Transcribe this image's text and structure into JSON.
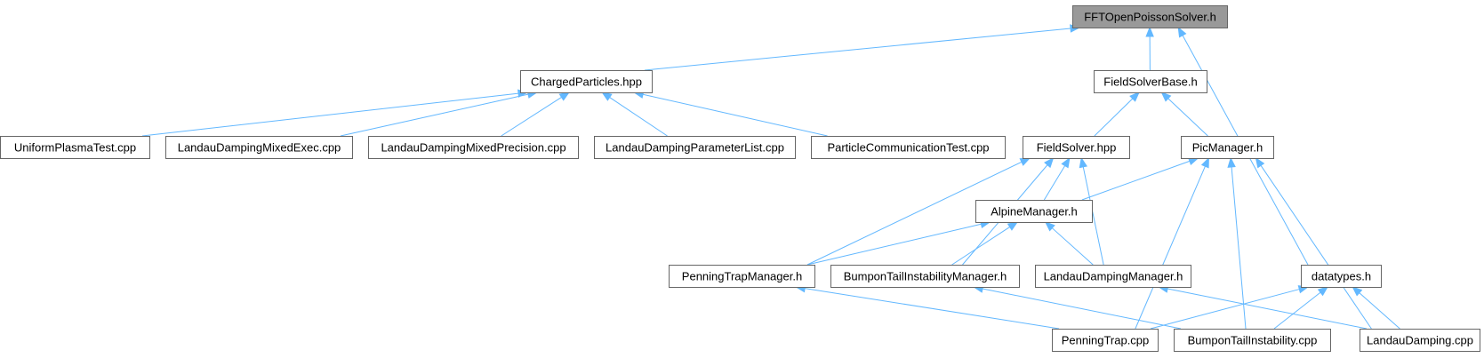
{
  "diagram": {
    "root": "FFTOpenPoissonSolver.h",
    "nodes": {
      "fft": "FFTOpenPoissonSolver.h",
      "charged": "ChargedParticles.hpp",
      "fsbase": "FieldSolverBase.h",
      "uniform": "UniformPlasmaTest.cpp",
      "ldmexec": "LandauDampingMixedExec.cpp",
      "ldmprec": "LandauDampingMixedPrecision.cpp",
      "ldparam": "LandauDampingParameterList.cpp",
      "pcomm": "ParticleCommunicationTest.cpp",
      "fieldsolver": "FieldSolver.hpp",
      "picmgr": "PicManager.h",
      "alpine": "AlpineManager.h",
      "ptmgr": "PenningTrapManager.h",
      "btimgr": "BumponTailInstabilityManager.h",
      "ldmgr": "LandauDampingManager.h",
      "datatypes": "datatypes.h",
      "ptcpp": "PenningTrap.cpp",
      "bticpp": "BumponTailInstability.cpp",
      "ldcpp": "LandauDamping.cpp"
    },
    "edges": [
      [
        "charged",
        "fft"
      ],
      [
        "fsbase",
        "fft"
      ],
      [
        "datatypes",
        "fft"
      ],
      [
        "uniform",
        "charged"
      ],
      [
        "ldmexec",
        "charged"
      ],
      [
        "ldmprec",
        "charged"
      ],
      [
        "ldparam",
        "charged"
      ],
      [
        "pcomm",
        "charged"
      ],
      [
        "fieldsolver",
        "fsbase"
      ],
      [
        "picmgr",
        "fsbase"
      ],
      [
        "alpine",
        "fieldsolver"
      ],
      [
        "ptmgr",
        "fieldsolver"
      ],
      [
        "btimgr",
        "fieldsolver"
      ],
      [
        "ldmgr",
        "fieldsolver"
      ],
      [
        "alpine",
        "picmgr"
      ],
      [
        "ptcpp",
        "picmgr"
      ],
      [
        "bticpp",
        "picmgr"
      ],
      [
        "ldcpp",
        "picmgr"
      ],
      [
        "ptmgr",
        "alpine"
      ],
      [
        "btimgr",
        "alpine"
      ],
      [
        "ldmgr",
        "alpine"
      ],
      [
        "ptcpp",
        "ptmgr"
      ],
      [
        "bticpp",
        "btimgr"
      ],
      [
        "ldcpp",
        "ldmgr"
      ],
      [
        "ptcpp",
        "datatypes"
      ],
      [
        "bticpp",
        "datatypes"
      ],
      [
        "ldcpp",
        "datatypes"
      ]
    ],
    "colors": {
      "edge": "#63b8ff",
      "root_fill": "#999999",
      "node_border": "#666666"
    }
  }
}
